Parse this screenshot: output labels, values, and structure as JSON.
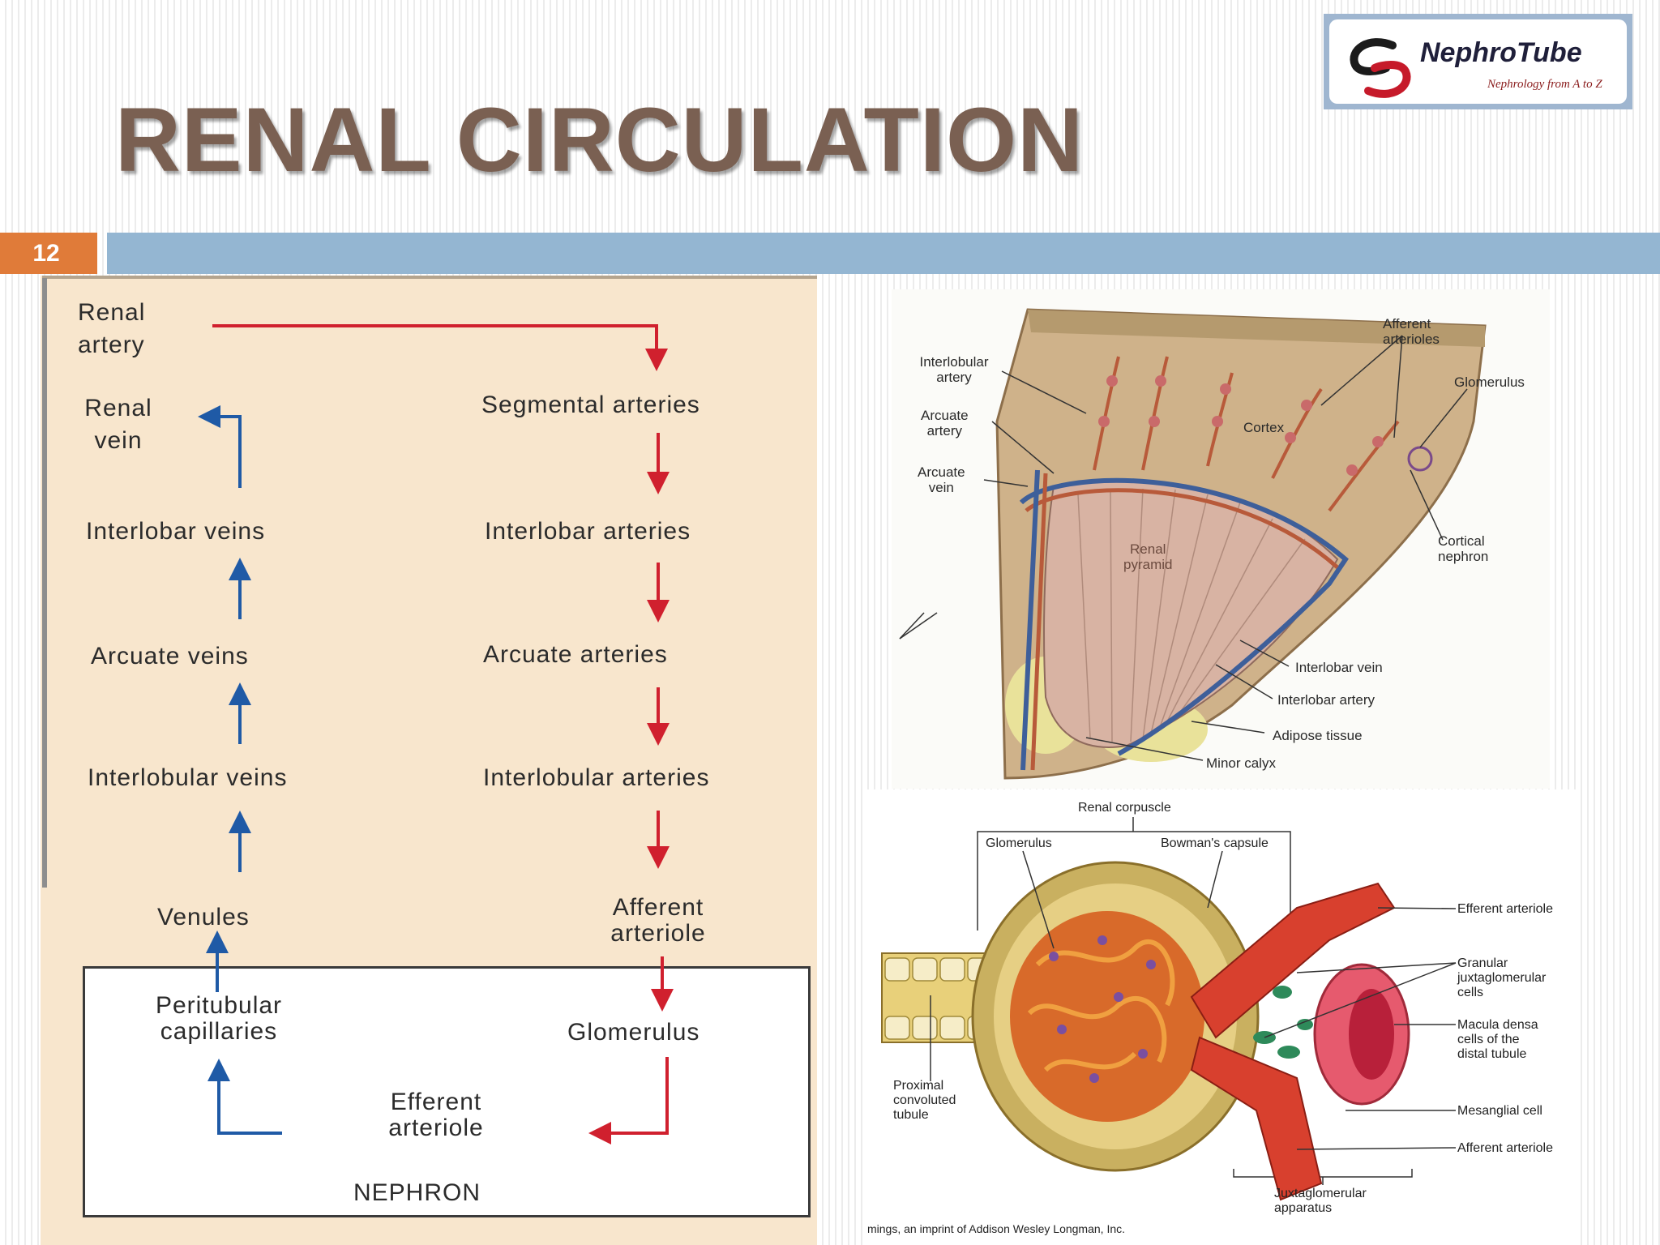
{
  "slide": {
    "title": "RENAL CIRCULATION",
    "number": "12"
  },
  "logo": {
    "name": "NephroTube",
    "tagline": "Nephrology from A to Z"
  },
  "flowchart": {
    "left_column": [
      "Renal artery",
      "Renal vein",
      "Interlobar veins",
      "Arcuate veins",
      "Interlobular veins",
      "Venules",
      "Peritubular capillaries"
    ],
    "renal_artery_l1": "Renal",
    "renal_artery_l2": "artery",
    "renal_vein_l1": "Renal",
    "renal_vein_l2": "vein",
    "interlobar_veins": "Interlobar veins",
    "arcuate_veins": "Arcuate veins",
    "interlobular_veins": "Interlobular veins",
    "venules": "Venules",
    "peritubular_l1": "Peritubular",
    "peritubular_l2": "capillaries",
    "segmental_arteries": "Segmental arteries",
    "interlobar_arteries": "Interlobar arteries",
    "arcuate_arteries": "Arcuate arteries",
    "interlobular_arteries": "Interlobular arteries",
    "afferent_l1": "Afferent",
    "afferent_l2": "arteriole",
    "glomerulus": "Glomerulus",
    "efferent_l1": "Efferent",
    "efferent_l2": "arteriole",
    "nephron": "NEPHRON",
    "colors": {
      "artery": "#d0202e",
      "vein": "#1f5aa6"
    }
  },
  "kidney_section": {
    "afferent_arterioles_l1": "Afferent",
    "afferent_arterioles_l2": "arterioles",
    "glomerulus": "Glomerulus",
    "interlobular_artery_l1": "Interlobular",
    "interlobular_artery_l2": "artery",
    "arcuate_artery_l1": "Arcuate",
    "arcuate_artery_l2": "artery",
    "arcuate_vein_l1": "Arcuate",
    "arcuate_vein_l2": "vein",
    "cortex": "Cortex",
    "renal_pyramid_l1": "Renal",
    "renal_pyramid_l2": "pyramid",
    "cortical_nephron_l1": "Cortical",
    "cortical_nephron_l2": "nephron",
    "interlobar_vein": "Interlobar vein",
    "interlobar_artery": "Interlobar artery",
    "adipose_tissue": "Adipose tissue",
    "minor_calyx": "Minor calyx"
  },
  "corpuscle": {
    "renal_corpuscle": "Renal corpuscle",
    "glomerulus": "Glomerulus",
    "bowmans_capsule": "Bowman's capsule",
    "efferent_arteriole": "Efferent arteriole",
    "granular_l1": "Granular",
    "granular_l2": "juxtaglomerular",
    "granular_l3": "cells",
    "macula_l1": "Macula densa",
    "macula_l2": "cells of the",
    "macula_l3": "distal tubule",
    "mesangial_cell": "Mesanglial cell",
    "afferent_arteriole": "Afferent arteriole",
    "proximal_l1": "Proximal",
    "proximal_l2": "convoluted",
    "proximal_l3": "tubule",
    "juxta_l1": "Juxtaglomerular",
    "juxta_l2": "apparatus",
    "credit": "mings, an imprint of Addison Wesley Longman, Inc."
  }
}
